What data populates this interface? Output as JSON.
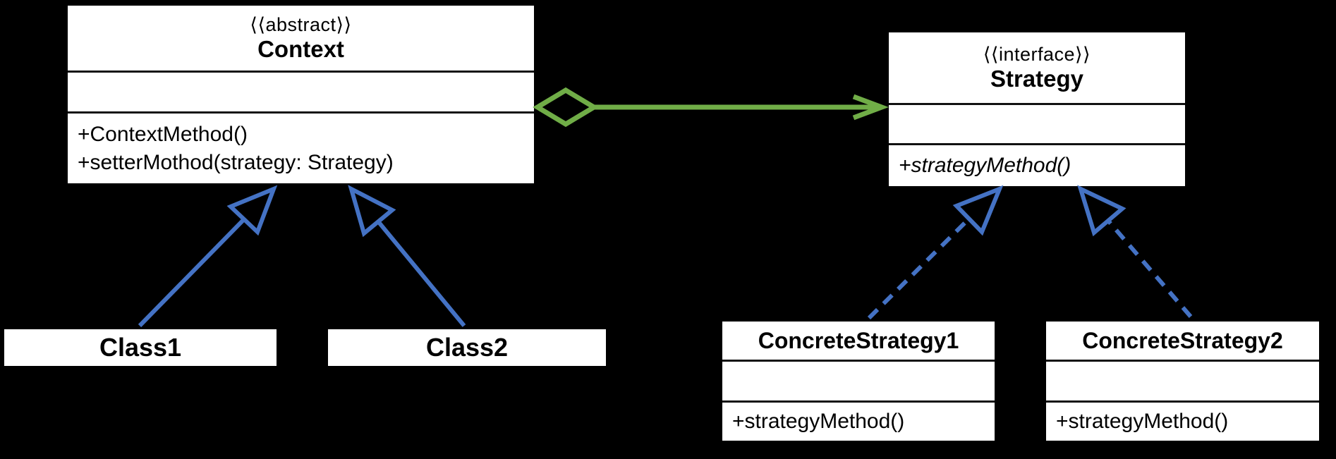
{
  "diagram": {
    "kind": "uml-class-diagram",
    "pattern": "Strategy",
    "background": "#000000"
  },
  "colors": {
    "box_fill": "#ffffff",
    "box_border": "#000000",
    "inheritance_blue": "#4472C4",
    "aggregation_green": "#70AD47"
  },
  "classes": {
    "context": {
      "stereotype": "⟨⟨abstract⟩⟩",
      "name": "Context",
      "attributes": "",
      "methods": [
        "+ContextMethod()",
        "+setterMothod(strategy: Strategy)"
      ]
    },
    "strategy": {
      "stereotype": "⟨⟨interface⟩⟩",
      "name": "Strategy",
      "attributes": "",
      "methods": [
        "+strategyMethod()"
      ]
    },
    "class1": {
      "name": "Class1"
    },
    "class2": {
      "name": "Class2"
    },
    "concrete_strategy1": {
      "name": "ConcreteStrategy1",
      "attributes": "",
      "methods": [
        "+strategyMethod()"
      ]
    },
    "concrete_strategy2": {
      "name": "ConcreteStrategy2",
      "attributes": "",
      "methods": [
        "+strategyMethod()"
      ]
    }
  },
  "relationships": [
    {
      "from": "Context",
      "to": "Strategy",
      "type": "aggregation",
      "line": "solid",
      "color": "#70AD47"
    },
    {
      "from": "Class1",
      "to": "Context",
      "type": "inheritance",
      "line": "solid",
      "color": "#4472C4"
    },
    {
      "from": "Class2",
      "to": "Context",
      "type": "inheritance",
      "line": "solid",
      "color": "#4472C4"
    },
    {
      "from": "ConcreteStrategy1",
      "to": "Strategy",
      "type": "realization",
      "line": "dashed",
      "color": "#4472C4"
    },
    {
      "from": "ConcreteStrategy2",
      "to": "Strategy",
      "type": "realization",
      "line": "dashed",
      "color": "#4472C4"
    }
  ]
}
